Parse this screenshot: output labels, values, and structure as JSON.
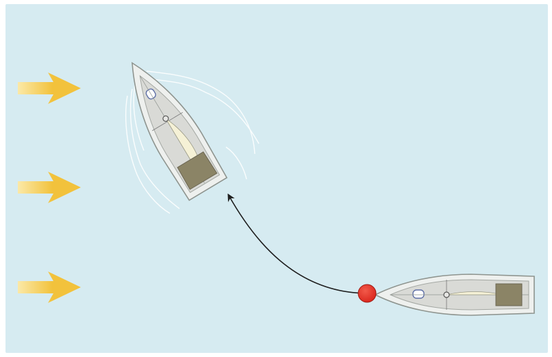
{
  "diagram": {
    "water_color": "#d6ebf1",
    "wind_arrow_color": "#f2c23c",
    "wind_arrow_highlight": "#fbe9a8",
    "buoy_color": "#d9251c",
    "hull_color": "#eef0ee",
    "deck_color": "#d9dad6",
    "cockpit_color": "#8b8466",
    "sail_color": "#f5f1d6",
    "course_line_color": "#1e1e1e",
    "wake_color": "#ffffff",
    "elements": {
      "wind_arrows": 3,
      "boats": 2,
      "buoys": 1
    }
  }
}
